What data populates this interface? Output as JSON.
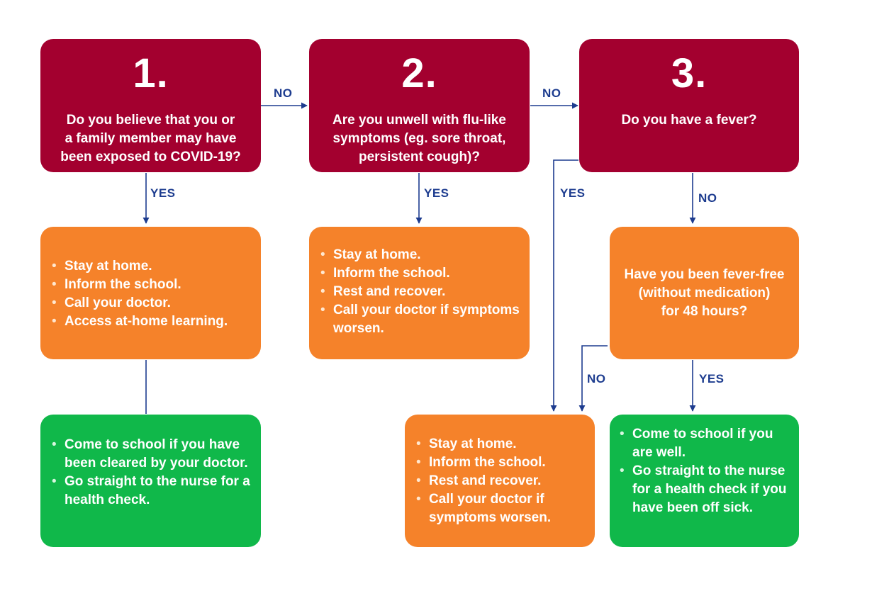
{
  "steps": [
    {
      "number": "1.",
      "question": [
        "Do you believe that you or",
        "a family member may have",
        "been exposed to COVID-19?"
      ]
    },
    {
      "number": "2.",
      "question": [
        "Are you unwell with flu-like",
        "symptoms (eg. sore throat,",
        "persistent cough)?"
      ]
    },
    {
      "number": "3.",
      "question": [
        "Do you have a fever?"
      ]
    }
  ],
  "outcomes": {
    "step1_yes": [
      "Stay at home.",
      "Inform the school.",
      "Call your doctor.",
      "Access at-home learning."
    ],
    "step1_cleared": [
      "Come to school if you have been cleared by your doctor.",
      "Go straight to the nurse for a health check."
    ],
    "step2_yes": [
      "Stay at home.",
      "Inform the school.",
      "Rest and recover.",
      "Call your doctor if symptoms worsen."
    ],
    "fever_free_question": [
      "Have you been fever-free",
      "(without medication)",
      "for 48 hours?"
    ],
    "stay_home": [
      "Stay at home.",
      "Inform the school.",
      "Rest and recover.",
      "Call your doctor if symptoms worsen."
    ],
    "come_to_school": [
      "Come to school if you are well.",
      "Go straight to the nurse for a health check if you have been off sick."
    ]
  },
  "labels": {
    "no_1_2": "NO",
    "no_2_3": "NO",
    "yes_1": "YES",
    "yes_2": "YES",
    "yes_3": "YES",
    "no_3": "NO",
    "no_fever_free": "NO",
    "yes_fever_free": "YES"
  },
  "colors": {
    "question": "#a3002f",
    "action": "#f5822a",
    "clear": "#10b84a",
    "connector": "#1d3c8f"
  }
}
